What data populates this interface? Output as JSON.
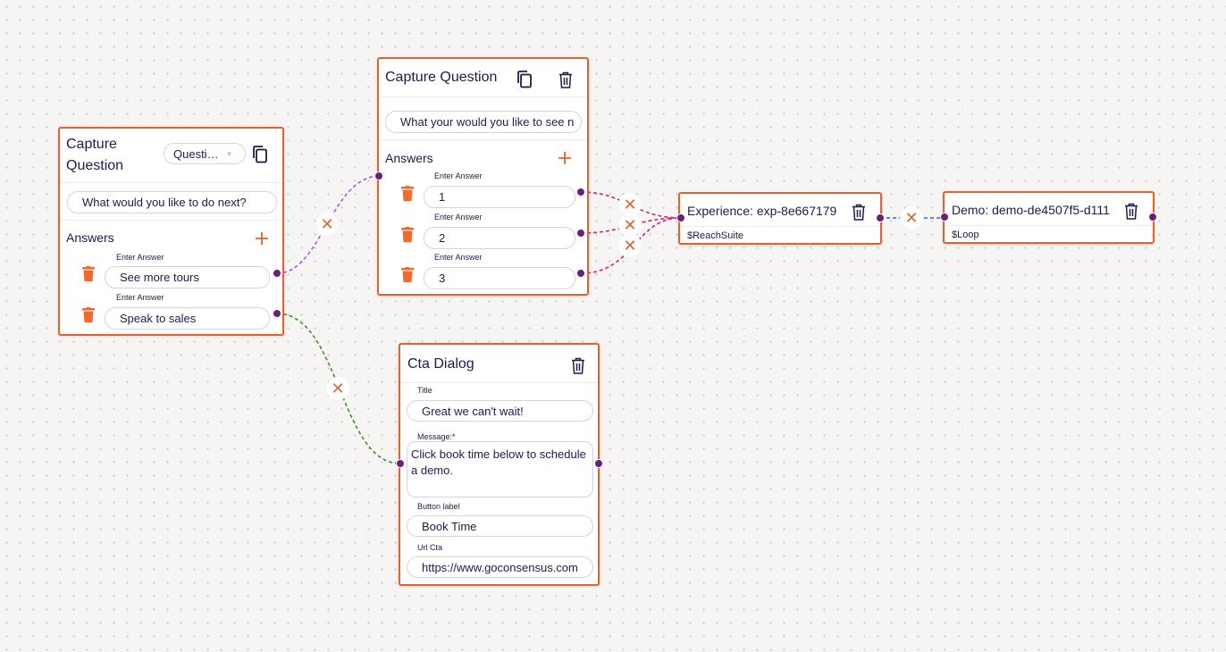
{
  "colors": {
    "accent": "#e2622f",
    "handle": "#6b1f7a",
    "edge_purple": "#a855f7",
    "edge_pink": "#e11d74",
    "edge_green": "#3f8f2a",
    "edge_blue": "#2563eb"
  },
  "node1": {
    "title": "Capture Question",
    "select_value": "Questi…",
    "question": "What would you like to do next?",
    "answers_label": "Answers",
    "answers": [
      {
        "label": "Enter Answer",
        "value": "See more tours"
      },
      {
        "label": "Enter Answer",
        "value": "Speak to sales"
      }
    ]
  },
  "node2": {
    "title": "Capture Question",
    "question": "What your would you like to see n",
    "answers_label": "Answers",
    "answers": [
      {
        "label": "Enter Answer",
        "value": "1"
      },
      {
        "label": "Enter Answer",
        "value": "2"
      },
      {
        "label": "Enter Answer",
        "value": "3"
      }
    ]
  },
  "node3": {
    "title": "Cta Dialog",
    "title_label": "Title",
    "title_value": "Great we can't wait!",
    "message_label": "Message:*",
    "message_value": "Click book time below to schedule a demo.",
    "button_label_label": "Button label",
    "button_label_value": "Book Time",
    "url_label": "Url Cta",
    "url_value": "https://www.goconsensus.com"
  },
  "node4": {
    "title": "Experience: exp-8e667179",
    "subtitle": "$ReachSuite"
  },
  "node5": {
    "title": "Demo: demo-de4507f5-d111",
    "subtitle": "$Loop"
  },
  "icons": {
    "copy": "copy-icon",
    "trash": "trash-icon",
    "add": "plus-icon",
    "remove_edge": "x-icon"
  }
}
